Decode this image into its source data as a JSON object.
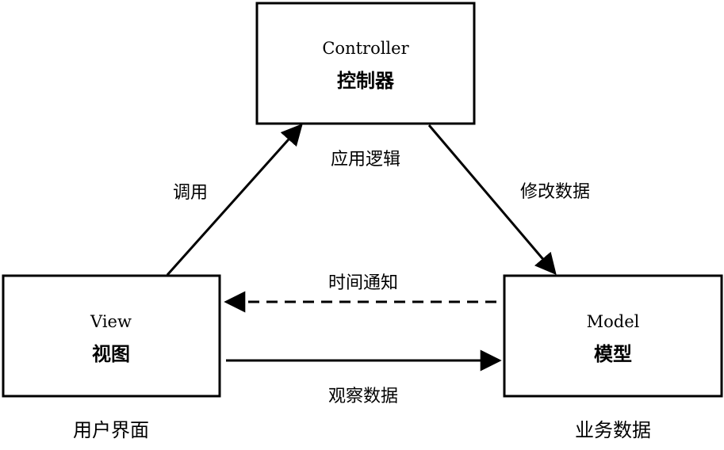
{
  "nodes": {
    "controller": {
      "title": "Controller",
      "subtitle": "控制器"
    },
    "view": {
      "title": "View",
      "subtitle": "视图"
    },
    "model": {
      "title": "Model",
      "subtitle": "模型"
    }
  },
  "edges": {
    "view_to_controller": "调用",
    "controller_logic": "应用逻辑",
    "controller_to_model": "修改数据",
    "model_to_view": "时间通知",
    "view_to_model": "观察数据"
  },
  "captions": {
    "view": "用户界面",
    "model": "业务数据"
  }
}
